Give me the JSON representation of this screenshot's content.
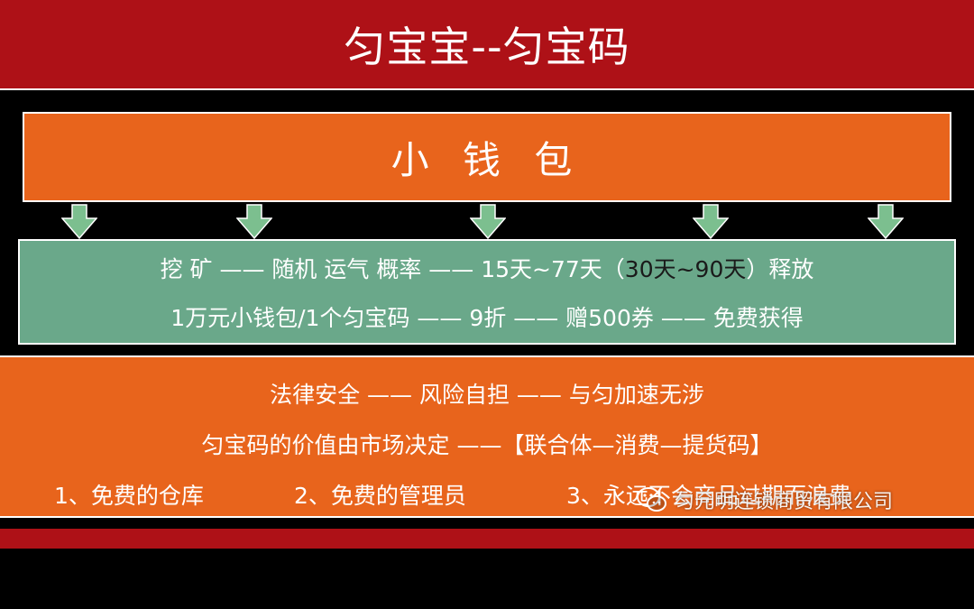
{
  "title": "匀宝宝--匀宝码",
  "wallet": {
    "label": "小 钱 包"
  },
  "arrows": [
    "arrow-1",
    "arrow-2",
    "arrow-3",
    "arrow-4",
    "arrow-5"
  ],
  "green_box": {
    "line1_main": "挖 矿 —— 随机 运气 概率 —— 15天~77天（",
    "line1_dark": "30天~90天",
    "line1_end": "）释放",
    "line2": "1万元小钱包/1个匀宝码 —— 9折 —— 赠500券 —— 免费获得"
  },
  "bottom_box": {
    "line1": "法律安全 —— 风险自担 —— 与匀加速无涉",
    "line2": "匀宝码的价值由市场决定 ——【联合体—消费—提货码】",
    "items": [
      "1、免费的仓库",
      "2、免费的管理员",
      "3、永远不会商品过期而浪费"
    ]
  },
  "watermark": {
    "text": "匀元明连锁商贸有限公司",
    "icon": "wechat-icon"
  },
  "colors": {
    "title_red": "#ae1117",
    "orange": "#e8641c",
    "green": "#6aa88a",
    "arrow_green": "#7cbf8f"
  }
}
